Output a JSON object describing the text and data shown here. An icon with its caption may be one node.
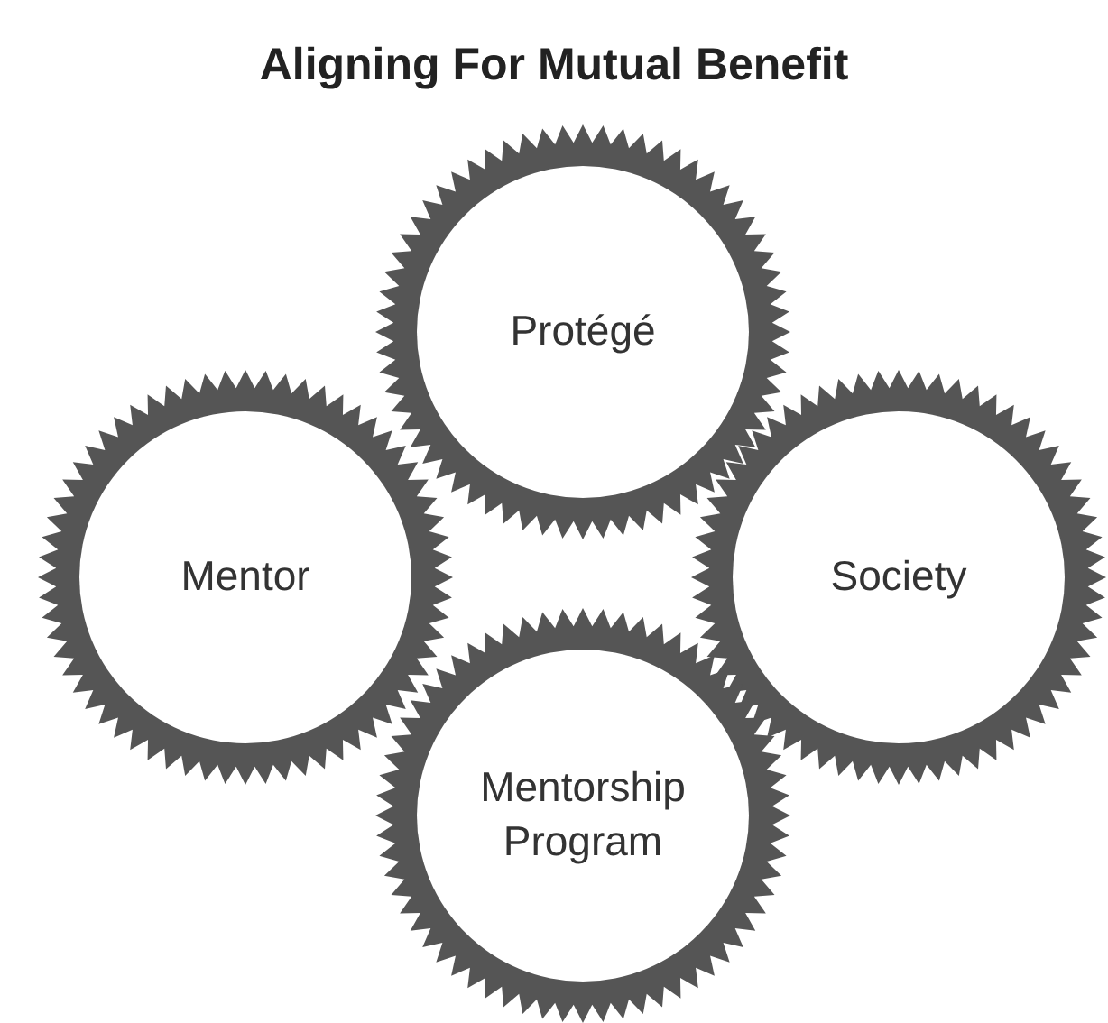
{
  "diagram": {
    "title": "Aligning For Mutual Benefit",
    "nodes": [
      {
        "text": [
          "Protégé"
        ]
      },
      {
        "text": [
          "Mentor"
        ]
      },
      {
        "text": [
          "Society"
        ]
      },
      {
        "text": [
          "Mentorship Program"
        ]
      }
    ]
  }
}
